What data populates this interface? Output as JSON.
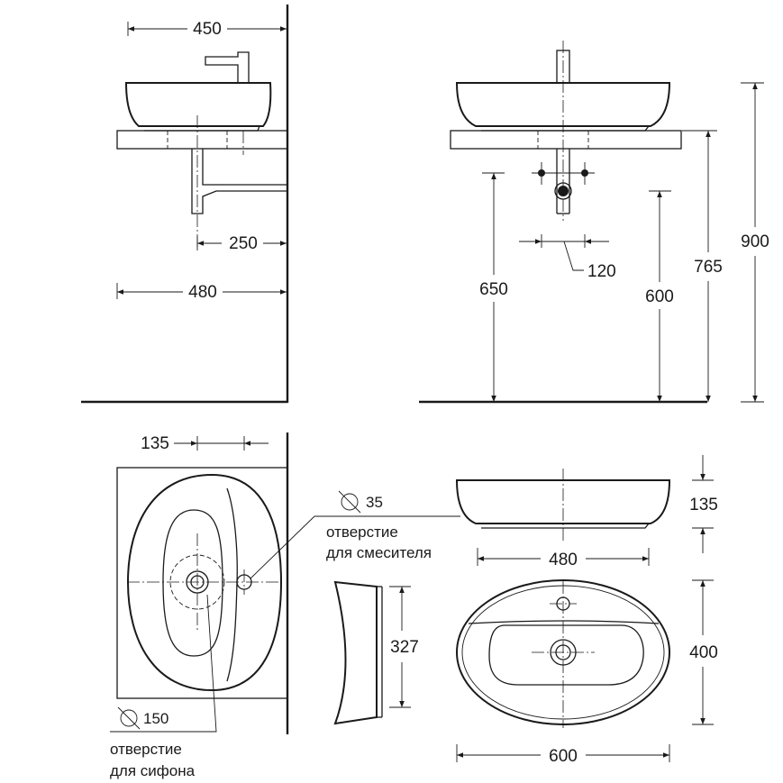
{
  "dimensions": {
    "side_width": "450",
    "wall_to_drain": "250",
    "side_depth": "480",
    "mixer_spacing": "120",
    "height_650": "650",
    "height_600": "600",
    "height_765": "765",
    "height_900": "900",
    "top_spacing": "135",
    "mixer_hole_diameter": "35",
    "drain_hole_diameter": "150",
    "profile_height": "135",
    "profile_base_width": "480",
    "section_depth": "327",
    "plan_depth": "400",
    "plan_width": "600"
  },
  "notes": {
    "mixer_hole_line1": "отверстие",
    "mixer_hole_line2": "для смесителя",
    "drain_hole_line1": "отверстие",
    "drain_hole_line2": "для сифона"
  }
}
